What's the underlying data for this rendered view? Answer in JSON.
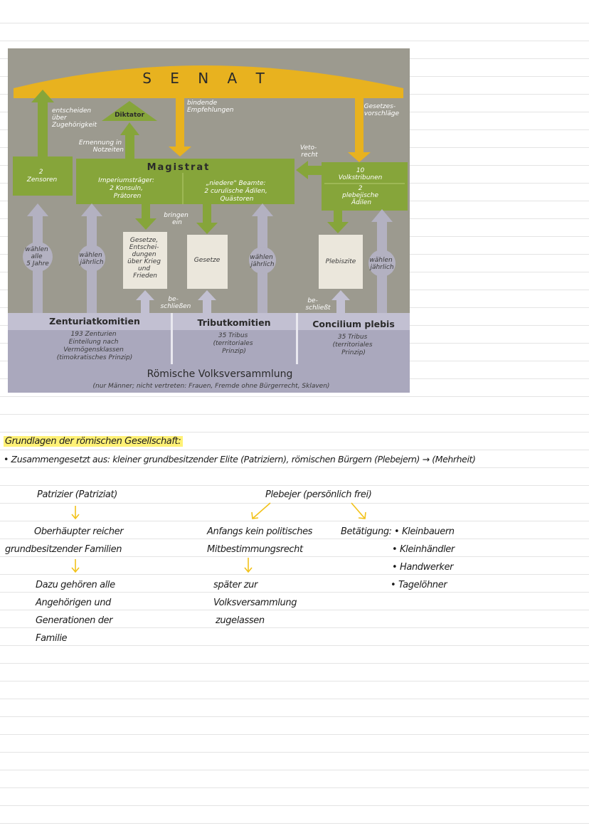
{
  "diagram": {
    "senat": "S E N A T",
    "labels": {
      "entscheiden": [
        "entscheiden",
        "über",
        "Zugehörigkeit"
      ],
      "diktator": "Diktator",
      "bindende": [
        "bindende",
        "Empfehlungen"
      ],
      "gesetzesvorschlaege": [
        "Gesetzes-",
        "vorschläge"
      ],
      "ernennung": [
        "Ernennung in",
        "Notzeiten"
      ],
      "veto": [
        "Veto-",
        "recht"
      ],
      "zensoren": [
        "2",
        "Zensoren"
      ],
      "magistrat": "Magistrat",
      "imperium": [
        "Imperiumsträger:",
        "2 Konsuln,",
        "Prätoren"
      ],
      "niedere": [
        "„niedere\" Beamte:",
        "2 curulische Ädilen,",
        "Quästoren"
      ],
      "volkstribunen": [
        "10",
        "Volkstribunen",
        "2",
        "plebejische",
        "Ädilen"
      ],
      "bringen": [
        "bringen",
        "ein"
      ],
      "waehlen_alle": [
        "wählen",
        "alle",
        "5 Jahre"
      ],
      "waehlen_jaehrlich": [
        "wählen",
        "jährlich"
      ],
      "gesetze_krieg": [
        "Gesetze,",
        "Entschei-",
        "dungen",
        "über Krieg",
        "und",
        "Frieden"
      ],
      "gesetze": "Gesetze",
      "plebiszite": "Plebiszite",
      "beschliessen": [
        "be-",
        "schließen"
      ],
      "beschliesst": [
        "be-",
        "schließt"
      ],
      "zenturiat": "Zenturiatkomitien",
      "zenturiat_sub": [
        "193 Zenturien",
        "Einteilung nach",
        "Vermögensklassen",
        "(timokratisches Prinzip)"
      ],
      "tribut": "Tributkomitien",
      "tribut_sub": [
        "35 Tribus",
        "(territoriales",
        "Prinzip)"
      ],
      "concilium": "Concilium plebis",
      "concilium_sub": [
        "35 Tribus",
        "(territoriales",
        "Prinzip)"
      ],
      "volksversammlung": "Römische Volksversammlung",
      "volksversammlung_sub": "(nur Männer; nicht vertreten: Frauen, Fremde ohne Bürgerrecht, Sklaven)"
    },
    "colors": {
      "background": "#9c9a8f",
      "senat": "#e8b21f",
      "green": "#86a53a",
      "assembly": "#aaa8bd",
      "box": "#ebe7dc"
    }
  },
  "notes": {
    "heading": "Grundlagen der römischen Gesellschaft:",
    "intro": "• Zusammengesetzt aus: kleiner grundbesitzender Elite (Patriziern), römischen Bürgern (Plebejern) → (Mehrheit)",
    "patrizier": {
      "title": "Patrizier (Patriziat)",
      "p1": [
        "Oberhäupter reicher",
        "grundbesitzender Familien"
      ],
      "p2": [
        "Dazu gehören alle",
        "Angehörigen und",
        "Generationen der",
        "Familie"
      ]
    },
    "plebejer": {
      "title": "Plebejer (persönlich frei)",
      "p1": [
        "Anfangs kein politisches",
        "Mitbestimmungsrecht"
      ],
      "p2": [
        "später zur",
        "Volksversammlung",
        "zugelassen"
      ],
      "betaetigung_label": "Betätigung:",
      "betaetigung": [
        "• Kleinbauern",
        "• Kleinhändler",
        "• Handwerker",
        "• Tagelöhner"
      ]
    },
    "arrow_color": "#f2c21a"
  }
}
